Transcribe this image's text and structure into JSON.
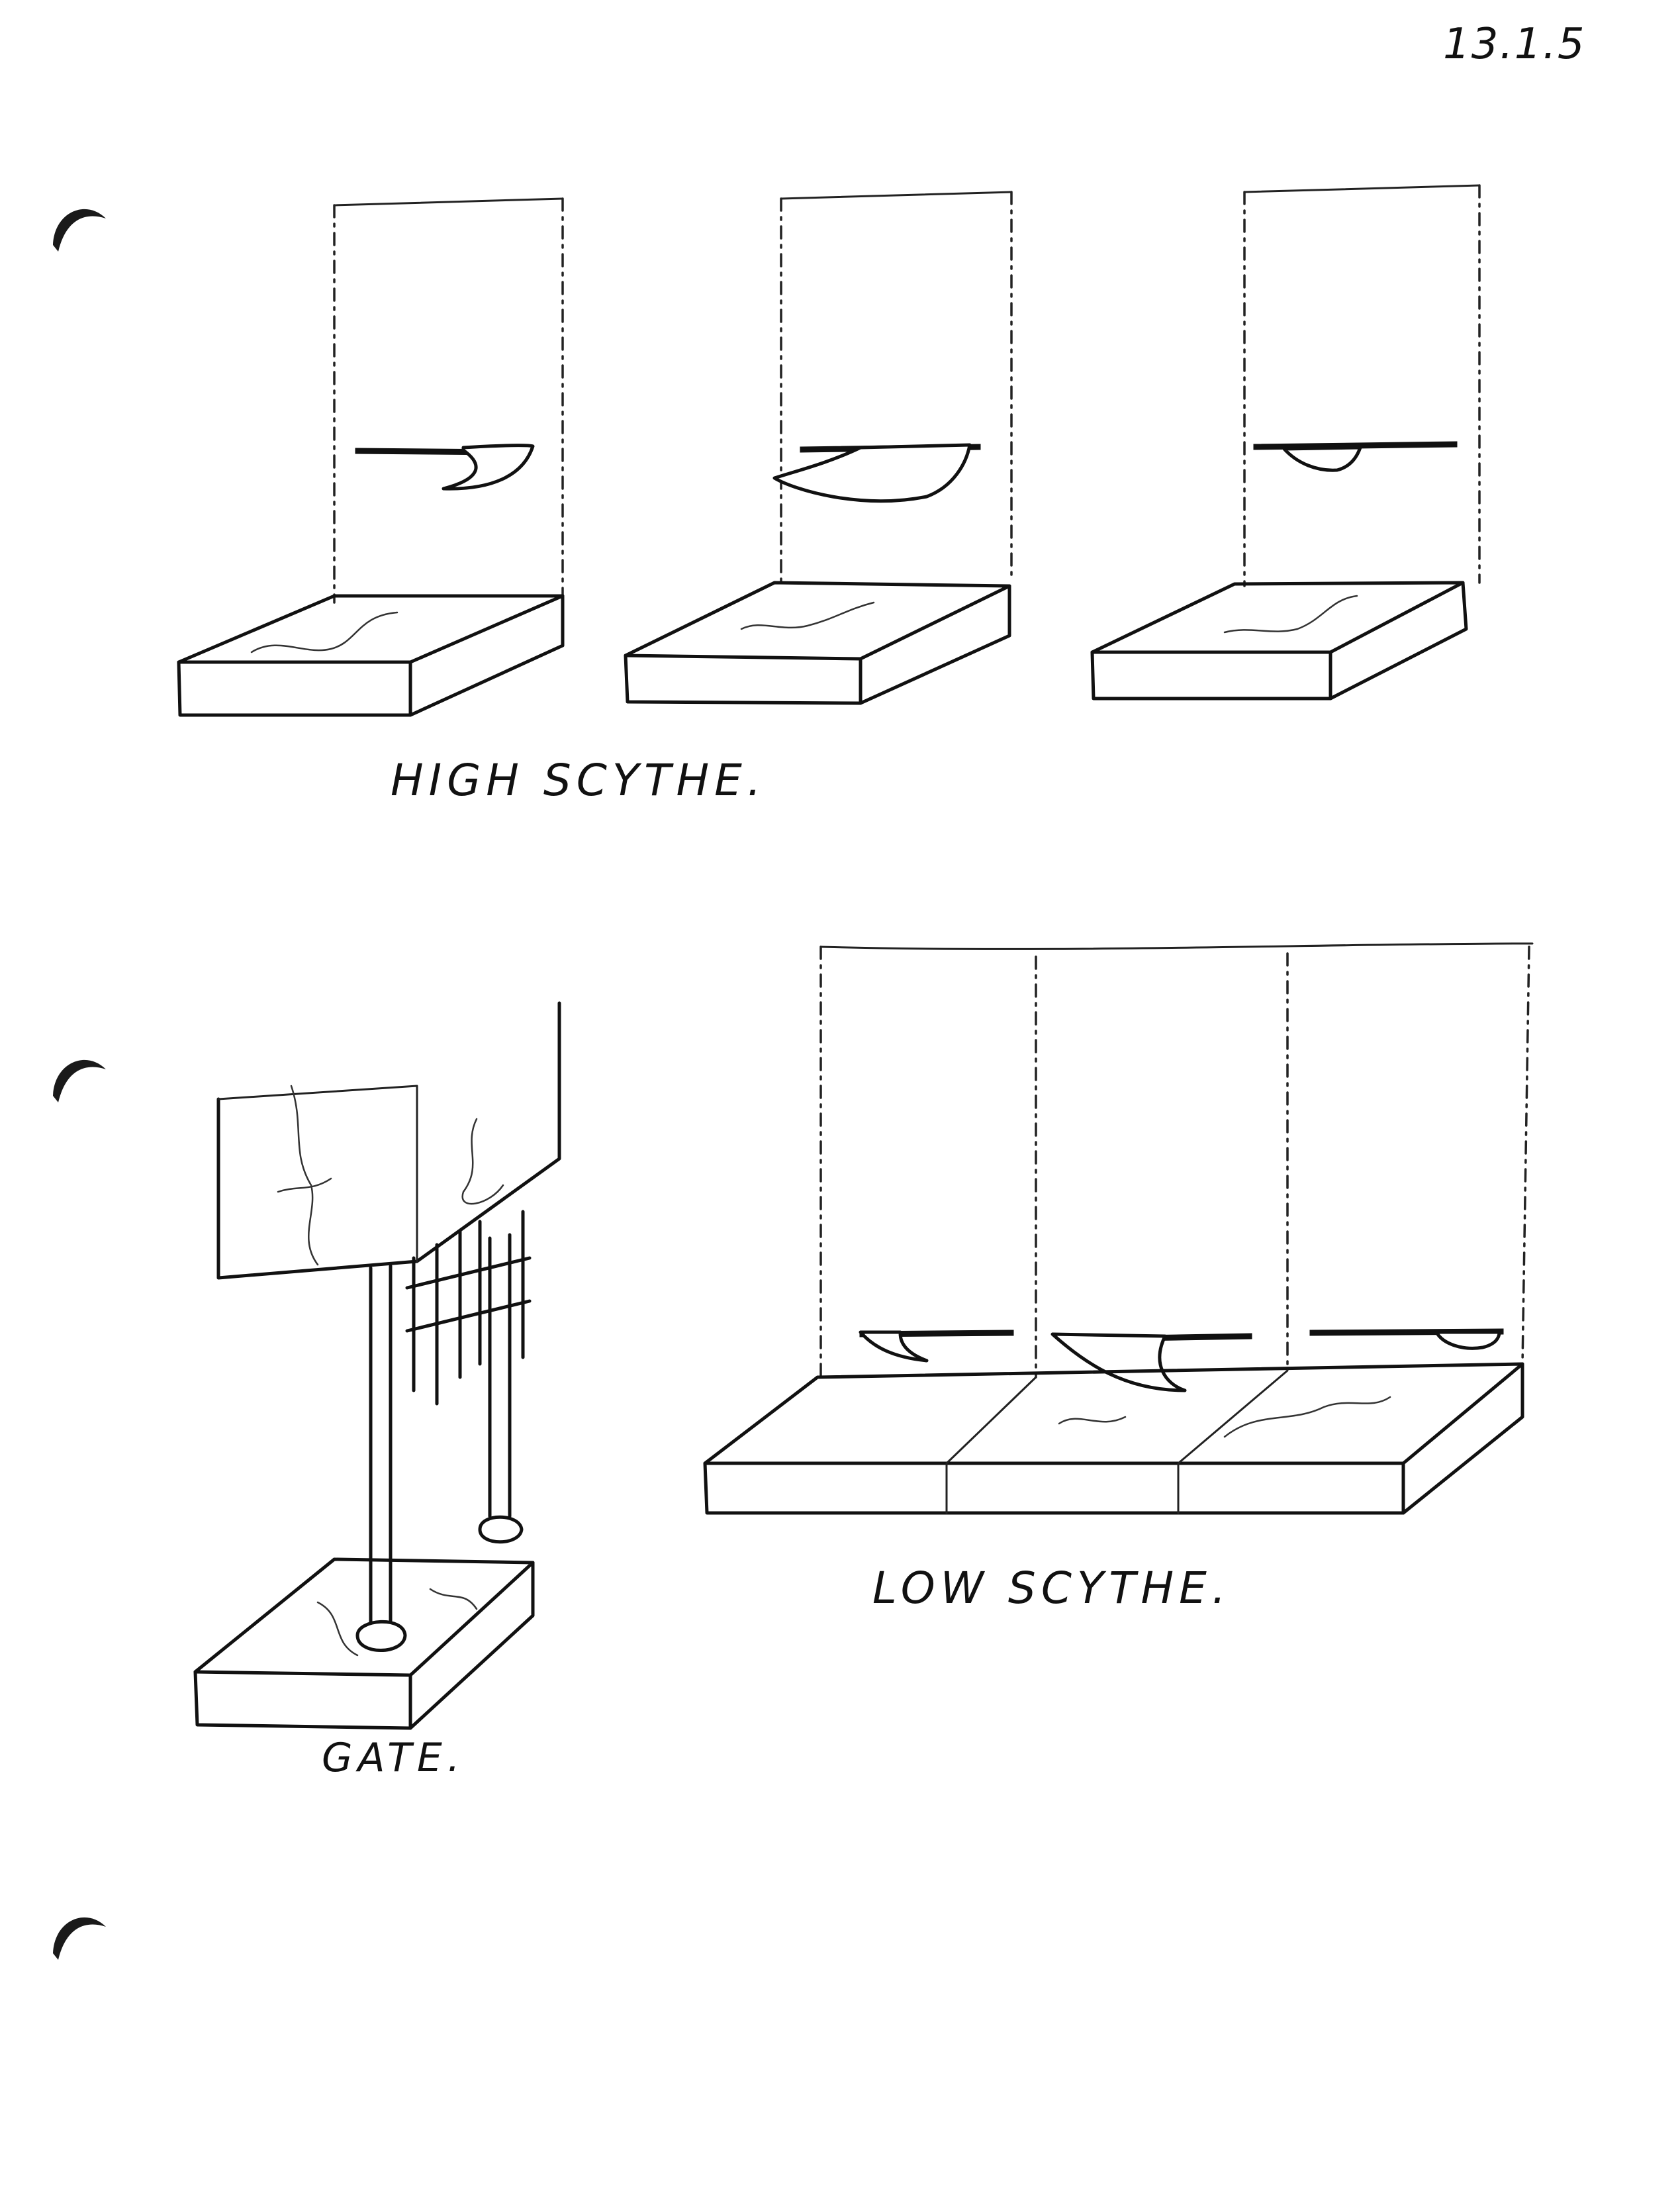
{
  "page_number": "13.1.5",
  "captions": {
    "high_scythe": "HIGH SCYTHE.",
    "gate": "GATE.",
    "low_scythe": "LOW SCYTHE."
  },
  "icons": {
    "binder_holes": [
      "binder-hole-icon",
      "binder-hole-icon",
      "binder-hole-icon"
    ]
  }
}
